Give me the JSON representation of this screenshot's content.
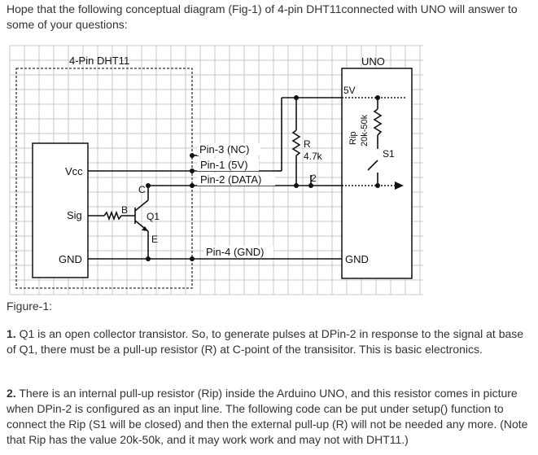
{
  "intro": "Hope that the following conceptual diagram (Fig-1) of 4-pin DHT11connected with UNO will answer to some of your questions:",
  "diagram": {
    "dht_title": "4-Pin DHT11",
    "uno_title": "UNO",
    "vcc": "Vcc",
    "sig": "Sig",
    "gnd_left": "GND",
    "b": "B",
    "c": "C",
    "e": "E",
    "q1": "Q1",
    "pin3": "Pin-3 (NC)",
    "pin1": "Pin-1 (5V)",
    "pin2": "Pin-2 (DATA)",
    "pin4": "Pin-4 (GND)",
    "r": "R",
    "r_value": "4.7k",
    "dpin": "2",
    "v5": "5V",
    "rip": "Rip",
    "rip_value": "20k-50k",
    "s1": "S1",
    "gnd_uno": "GND"
  },
  "figure_caption": "Figure-1:",
  "paragraph1": {
    "num": "1.",
    "text": " Q1 is an open collector transistor. So, to generate pulses at DPin-2 in response to the signal at base of Q1, there must be a pull-up resistor (R) at C-point of the transisitor. This is basic electronics."
  },
  "paragraph2": {
    "num": "2.",
    "text": " There is an internal pull-up resistor (Rip) inside the Arduino UNO, and this resistor comes in picture when DPin-2 is configured as an input line. The following code can be put under setup() function to connect the Rip (S1 will be closed) and then the external pull-up (R) will not be needed any more. (Note that Rip has the value 20k-50k, and it may work work and may not with DHT11.)"
  }
}
